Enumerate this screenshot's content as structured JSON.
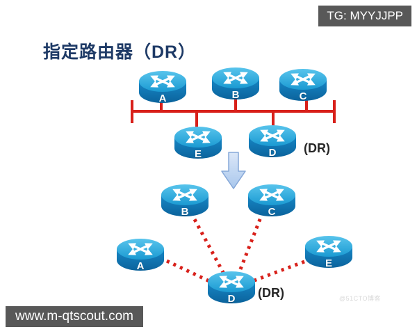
{
  "title": {
    "text": "指定路由器（DR）",
    "color": "#1e3a66"
  },
  "badges": {
    "tg": {
      "label": "TG: MYYJJPP",
      "bg": "#585858",
      "text_color": "#ffffff"
    },
    "site": {
      "label": "www.m-qtscout.com",
      "bg": "#585858",
      "text_color": "#ffffff"
    }
  },
  "colors": {
    "bus_and_links": "#d8201a",
    "router_top": "#2aa7dd",
    "router_body": "#0f74b5",
    "arrow_fill": "#c4d9f3",
    "arrow_stroke": "#86a8d8"
  },
  "diagram_top": {
    "type": "broadcast-segment-bus",
    "routers": {
      "a": "A",
      "b": "B",
      "c": "C",
      "e": "E",
      "d": "D"
    },
    "dr_label": "(DR)",
    "bus_attachments": [
      "A",
      "B",
      "C",
      "E",
      "D"
    ]
  },
  "transition": {
    "icon": "block-arrow-down"
  },
  "diagram_bottom": {
    "type": "dr-adjacencies",
    "routers": {
      "a": "A",
      "b": "B",
      "c": "C",
      "e": "E",
      "d": "D"
    },
    "dr_label": "(DR)",
    "links": [
      [
        "B",
        "D"
      ],
      [
        "C",
        "D"
      ],
      [
        "A",
        "D"
      ],
      [
        "E",
        "D"
      ]
    ],
    "link_style": "red-dotted"
  },
  "watermark": {
    "text": "@51CTO博客",
    "color": "#d9d9d9"
  }
}
